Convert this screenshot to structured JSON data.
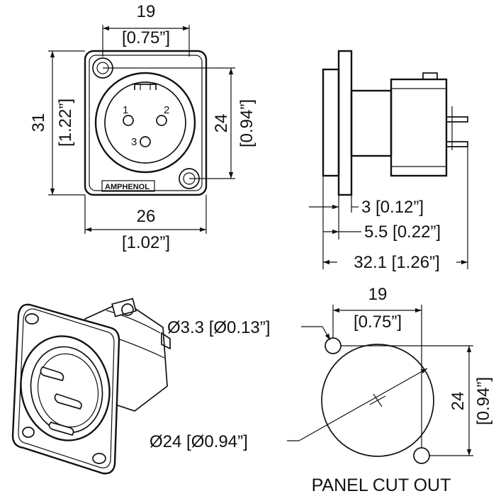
{
  "front_view": {
    "width_mm": "19",
    "width_in": "[0.75”]",
    "height_mm": "31",
    "height_in": "[1.22”]",
    "inner_height_mm": "24",
    "inner_height_in": "[0.94”]",
    "flange_mm": "26",
    "flange_in": "[1.02”]",
    "pin_1": "1",
    "pin_2": "2",
    "pin_3": "3",
    "brand": "AMPHENOL"
  },
  "side_view": {
    "flange_depth": "3 [0.12”]",
    "body_offset": "5.5 [0.22”]",
    "total_length": "32.1 [1.26”]"
  },
  "cutout": {
    "width_mm": "19",
    "width_in": "[0.75”]",
    "height_mm": "24",
    "height_in": "[0.94”]",
    "hole_dia": "Ø3.3 [Ø0.13”]",
    "main_dia": "Ø24 [Ø0.94”]",
    "title": "PANEL CUT OUT"
  },
  "colors": {
    "line": "#111111",
    "background": "#ffffff"
  }
}
